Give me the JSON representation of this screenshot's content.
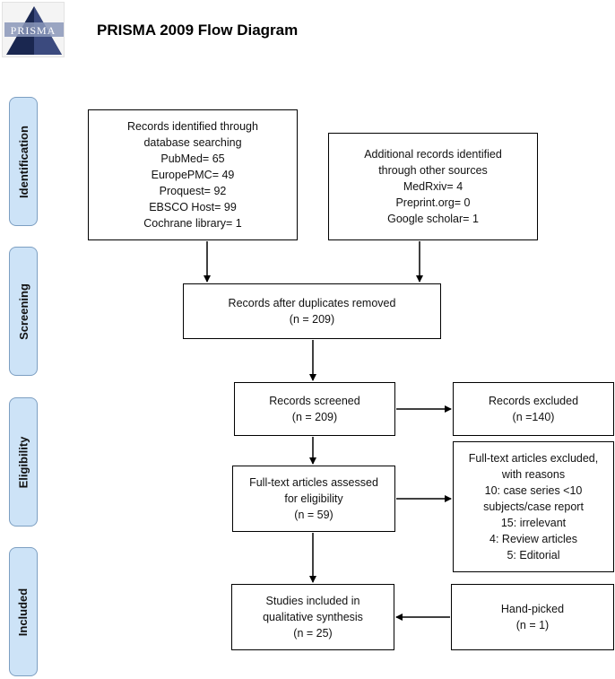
{
  "header": {
    "logo_text": "PRISMA",
    "title": "PRISMA 2009 Flow Diagram"
  },
  "stages": {
    "identification": "Identification",
    "screening": "Screening",
    "eligibility": "Eligibility",
    "included": "Included"
  },
  "boxes": {
    "database": [
      "Records identified through",
      "database searching",
      "PubMed= 65",
      "EuropePMC= 49",
      "Proquest= 92",
      "EBSCO Host= 99",
      "Cochrane library= 1"
    ],
    "other_sources": [
      "Additional records identified",
      "through other sources",
      "MedRxiv= 4",
      "Preprint.org= 0",
      "Google scholar= 1"
    ],
    "duplicates_removed": [
      "Records after duplicates removed",
      "(n = 209)"
    ],
    "screened": [
      "Records screened",
      "(n = 209)"
    ],
    "excluded": [
      "Records excluded",
      "(n =140)"
    ],
    "fulltext_assessed": [
      "Full-text articles assessed",
      "for eligibility",
      "(n = 59)"
    ],
    "fulltext_excluded": [
      "Full-text articles excluded,",
      "with reasons",
      "10: case series <10",
      "subjects/case report",
      "15: irrelevant",
      "4: Review articles",
      "5: Editorial"
    ],
    "included": [
      "Studies included in",
      "qualitative synthesis",
      "(n = 25)"
    ],
    "hand_picked": [
      "Hand-picked",
      "(n = 1)"
    ]
  },
  "colors": {
    "stage_fill": "#cde3f7",
    "stage_border": "#7d9fc2",
    "logo_dark": "#1a2750",
    "logo_light": "#8a96b8"
  }
}
